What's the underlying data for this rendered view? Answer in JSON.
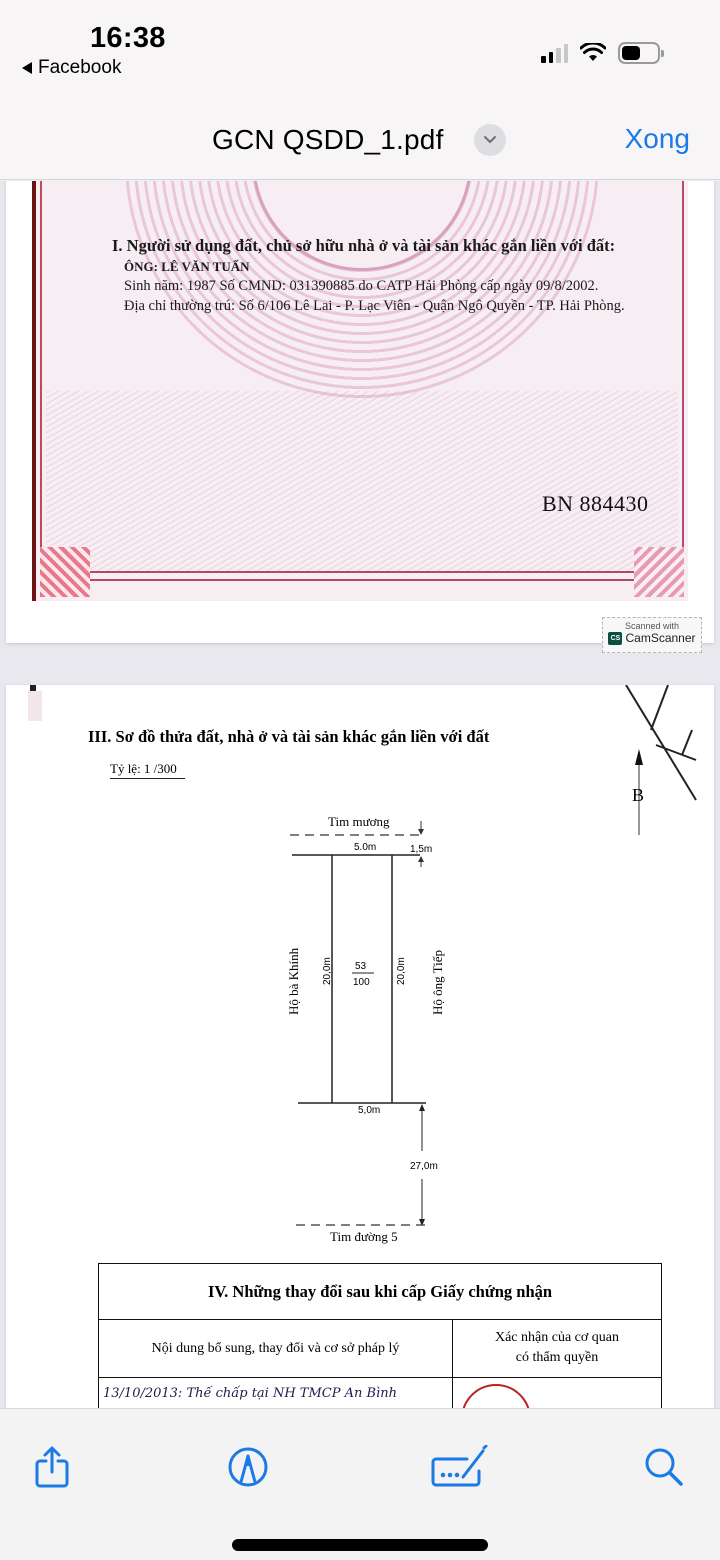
{
  "status_bar": {
    "time": "16:38",
    "back_app": "Facebook",
    "signal_bars_active": 2,
    "signal_bars_total": 4,
    "battery_level": "about 50%"
  },
  "nav_bar": {
    "title": "GCN QSDD_1.pdf",
    "title_menu_icon": "chevron-down-icon",
    "done_label": "Xong",
    "accent_color": "#1a7ae6"
  },
  "document": {
    "page1": {
      "section_heading": "I. Người sử dụng đất, chủ sở hữu nhà ở và tài sản khác gắn liền với đất:",
      "owner": "ÔNG: LÊ VĂN TUẤN",
      "birth_and_id": "Sinh năm: 1987    Số CMND: 031390885 do CATP Hải Phòng cấp ngày 09/8/2002.",
      "address": "Địa chỉ thường trú: Số 6/106 Lê Lai - P. Lạc Viên - Quận Ngô Quyền - TP. Hải Phòng.",
      "serial_number": "BN 884430",
      "watermark": {
        "line1": "Scanned with",
        "brand": "CamScanner",
        "logo": "CS"
      }
    },
    "page2": {
      "section_heading": "III. Sơ đồ thửa đất, nhà ở và tài sản khác gắn liền với đất",
      "scale": "Tỷ lệ: 1 /300",
      "diagram": {
        "top_reference": "Tim mương",
        "top_width": "5.0m",
        "top_offset": "1,5m",
        "left_side_length": "20,0m",
        "right_side_length": "20,0m",
        "parcel_number": "53",
        "map_sheet": "100",
        "left_neighbor": "Hộ bà Khính",
        "right_neighbor": "Hộ ông Tiếp",
        "bottom_width": "5,0m",
        "road_distance": "27,0m",
        "bottom_reference": "Tim đường 5",
        "north_label": "B"
      },
      "changes_table": {
        "title": "IV. Những thay đổi sau khi cấp Giấy chứng nhận",
        "col_content": "Nội dung bổ sung, thay đổi và cơ sở pháp lý",
        "col_confirm_line1": "Xác nhận của cơ quan",
        "col_confirm_line2": "có thẩm quyền",
        "rows": [
          {
            "content": "13/10/2013:  Thế chấp tại NH TMCP An Bình"
          }
        ]
      }
    }
  },
  "toolbar": {
    "items": [
      {
        "icon": "share-icon"
      },
      {
        "icon": "markup-icon"
      },
      {
        "icon": "fill-sign-icon"
      },
      {
        "icon": "search-icon"
      }
    ]
  }
}
